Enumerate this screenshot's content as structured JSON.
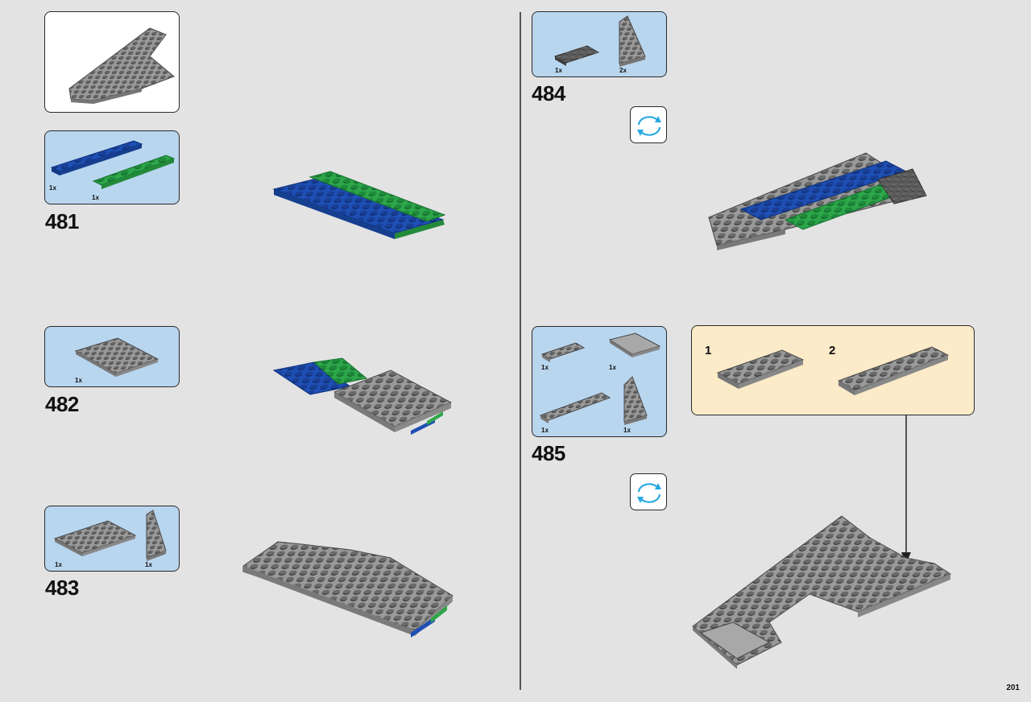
{
  "page": {
    "number": "201"
  },
  "steps": [
    {
      "number": "481",
      "parts": [
        "1x",
        "1x"
      ]
    },
    {
      "number": "482",
      "parts": [
        "1x"
      ]
    },
    {
      "number": "483",
      "parts": [
        "1x",
        "1x"
      ]
    },
    {
      "number": "484",
      "parts": [
        "1x",
        "2x"
      ]
    },
    {
      "number": "485",
      "parts": [
        "1x",
        "1x",
        "1x",
        "1x"
      ]
    }
  ],
  "substeps": [
    "1",
    "2"
  ],
  "colors": {
    "background": "#e3e3e3",
    "parts_box": "#b9d6ef",
    "substep_box": "#fcebc8",
    "brick_gray": "#9a9a9a",
    "brick_dark": "#5a5a5a",
    "brick_blue": "#1e4fb4",
    "brick_green": "#2ea64a",
    "rotate_arrow": "#29a8e0"
  },
  "icons": [
    "rotate-model-icon"
  ]
}
